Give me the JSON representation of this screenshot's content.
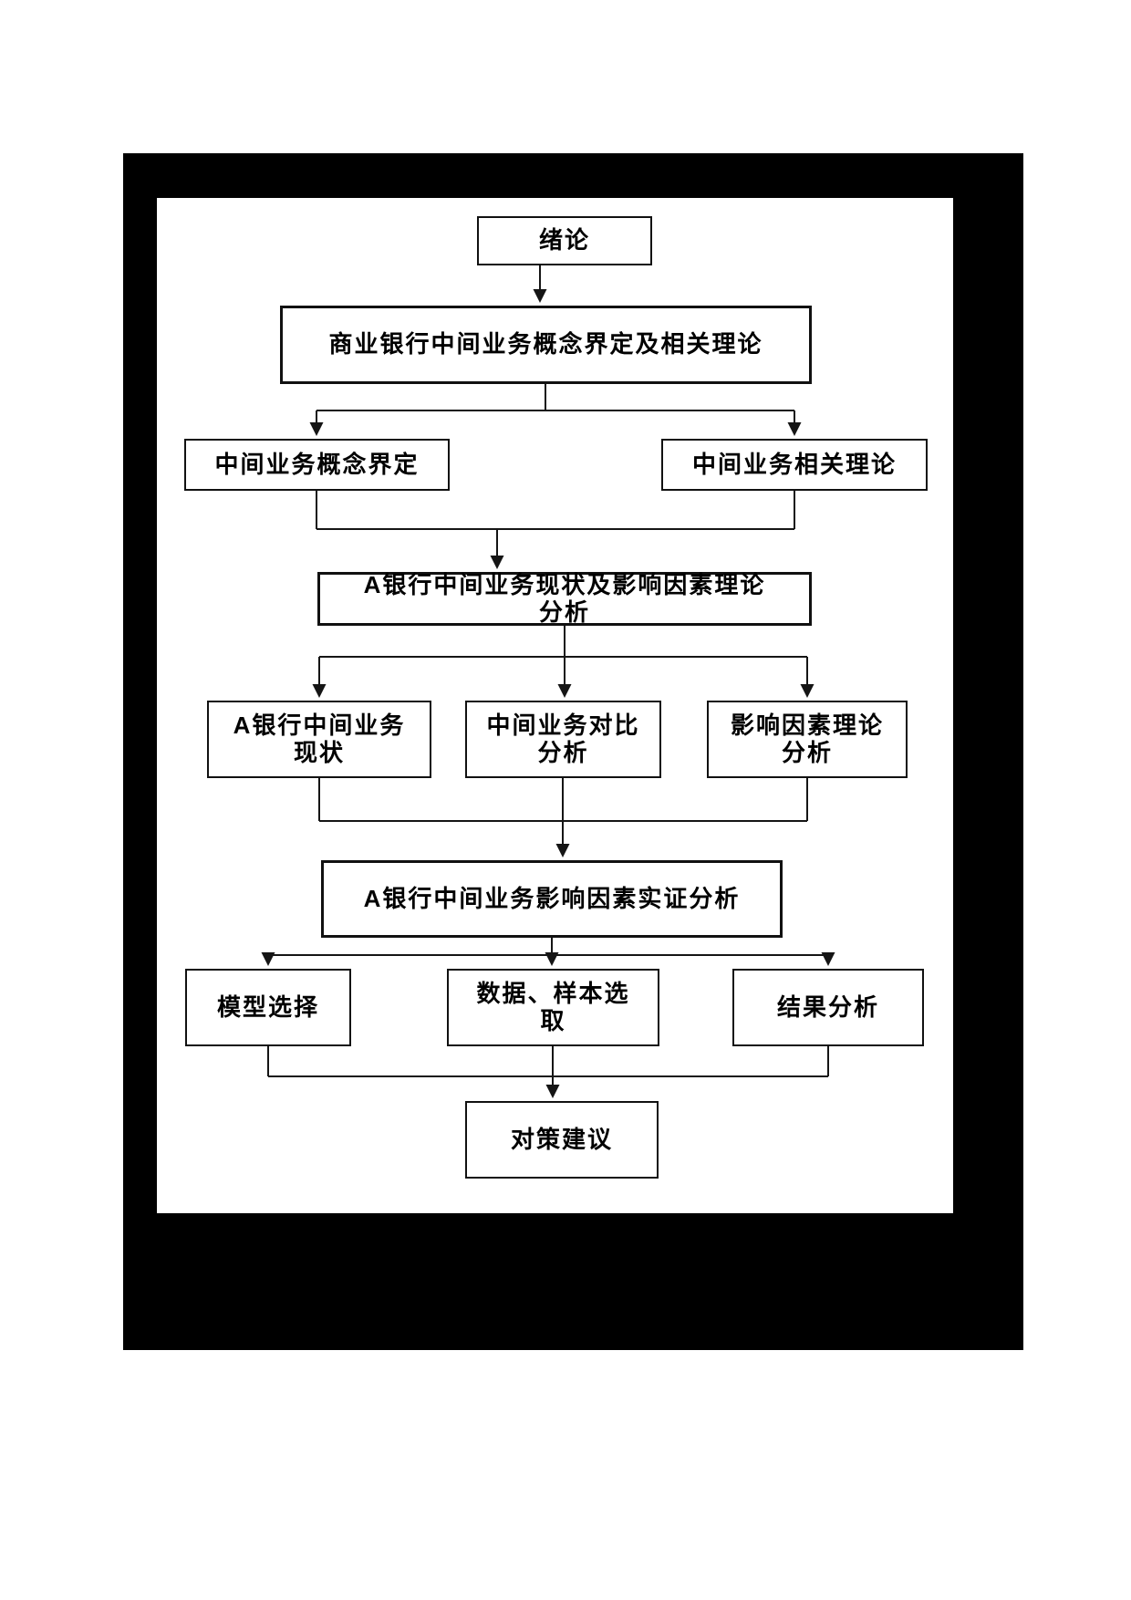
{
  "document": {
    "type": "thesis-flowchart-page",
    "background_color": "#ffffff",
    "frame_color": "#000000",
    "box_border_color": "#111111",
    "connector_color": "#151515"
  },
  "flowchart": {
    "nodes": {
      "intro": {
        "label": "绪论"
      },
      "concept_theory": {
        "label": "商业银行中间业务概念界定及相关理论"
      },
      "concept": {
        "label": "中间业务概念界定"
      },
      "theory": {
        "label": "中间业务相关理论"
      },
      "status_factor_theory": {
        "label": "A银行中间业务现状及影响因素理论\n分析"
      },
      "bank_status": {
        "label": "A银行中间业务\n现状"
      },
      "comparison": {
        "label": "中间业务对比\n分析"
      },
      "factor_theory": {
        "label": "影响因素理论\n分析"
      },
      "empirical": {
        "label": "A银行中间业务影响因素实证分析"
      },
      "model_select": {
        "label": "模型选择"
      },
      "data_sample": {
        "label": "数据、样本选\n取"
      },
      "result_analysis": {
        "label": "结果分析"
      },
      "suggestion": {
        "label": "对策建议"
      }
    }
  }
}
